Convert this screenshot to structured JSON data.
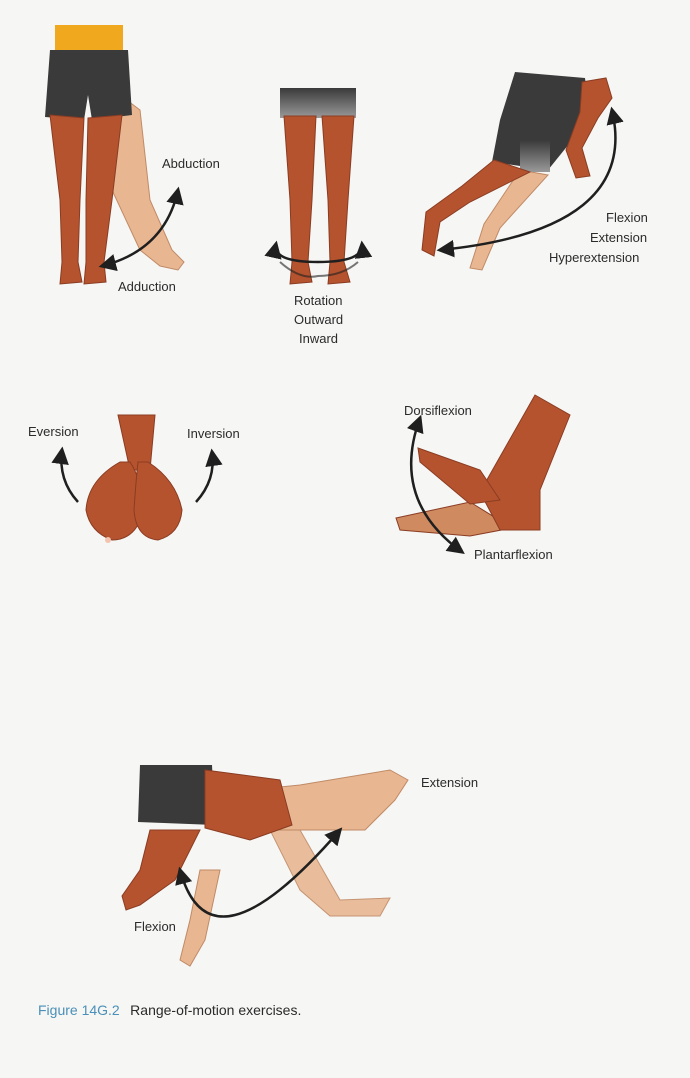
{
  "labels": {
    "abduction": "Abduction",
    "adduction": "Adduction",
    "rotation": "Rotation",
    "outward": "Outward",
    "inward": "Inward",
    "flexion": "Flexion",
    "extension": "Extension",
    "hyperextension": "Hyperextension",
    "eversion": "Eversion",
    "inversion": "Inversion",
    "dorsiflexion": "Dorsiflexion",
    "plantarflexion": "Plantarflexion",
    "knee_extension": "Extension",
    "knee_flexion": "Flexion"
  },
  "caption": {
    "figure": "Figure 14G.2",
    "text": "Range-of-motion exercises."
  },
  "colors": {
    "skin": "#b5532f",
    "skin_light": "#e8b792",
    "shorts": "#3a3a3a",
    "waistband": "#f0a81e",
    "arrow": "#1f1f1f"
  }
}
